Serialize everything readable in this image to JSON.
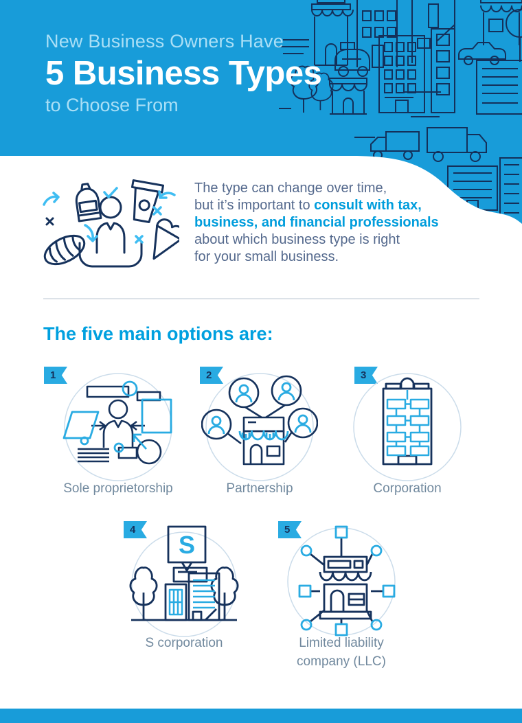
{
  "header": {
    "kicker": "New Business Owners Have",
    "title": "5 Business Types",
    "subtitle": "to Choose From"
  },
  "intro": {
    "line1": "The type can change over time,",
    "line2_normal": "but it’s important to ",
    "line2_bold": "consult with tax,",
    "line3_bold": "business, and financial professionals",
    "line4": "about which business type is right",
    "line5": "for your small business."
  },
  "section": {
    "heading": "The five main options are:"
  },
  "options": [
    {
      "number": "1",
      "label": "Sole proprietorship",
      "icon": "sole-proprietorship-icon"
    },
    {
      "number": "2",
      "label": "Partnership",
      "icon": "partnership-icon"
    },
    {
      "number": "3",
      "label": "Corporation",
      "icon": "corporation-icon"
    },
    {
      "number": "4",
      "label": "S corporation",
      "icon": "s-corporation-icon"
    },
    {
      "number": "5",
      "label": "Limited liability company (LLC)",
      "icon": "llc-icon"
    }
  ],
  "icons": {
    "s_letter": "S"
  },
  "colors": {
    "header_blue": "#189cd9",
    "accent_blue": "#00a0df",
    "bright_cyan": "#29abe2",
    "navy": "#16325c",
    "body_text": "#54698d",
    "label_text": "#71899e"
  }
}
